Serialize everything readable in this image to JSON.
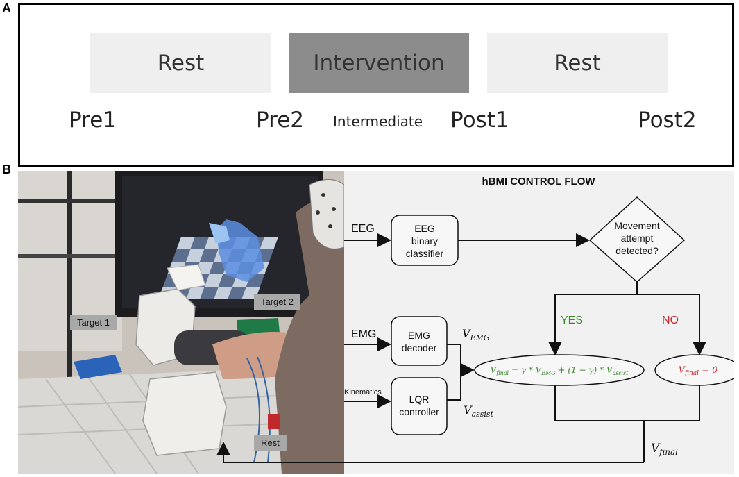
{
  "panel_a": {
    "letter": "A",
    "blocks": [
      {
        "label": "Rest",
        "fill": "#efefef"
      },
      {
        "label": "Intervention",
        "fill": "#8c8c8c"
      },
      {
        "label": "Rest",
        "fill": "#efefef"
      }
    ],
    "timepoints": {
      "pre1": "Pre1",
      "pre2": "Pre2",
      "intermediate": "Intermediate",
      "post1": "Post1",
      "post2": "Post2"
    }
  },
  "panel_b": {
    "letter": "B",
    "photo_labels": {
      "target1": "Target 1",
      "target2": "Target 2",
      "rest": "Rest"
    },
    "flow": {
      "title": "hBMI CONTROL FLOW",
      "inputs": {
        "eeg": "EEG",
        "emg": "EMG",
        "kinematics": "Kinematics"
      },
      "eeg_classifier": [
        "EEG",
        "binary",
        "classifier"
      ],
      "decision": [
        "Movement",
        "attempt",
        "detected?"
      ],
      "yes": "YES",
      "no": "NO",
      "emg_decoder": [
        "EMG",
        "decoder"
      ],
      "lqr_controller": [
        "LQR",
        "controller"
      ],
      "v_emg": {
        "base": "V",
        "sub": "EMG"
      },
      "v_assist": {
        "base": "V",
        "sub": "assist"
      },
      "v_final": {
        "base": "V",
        "sub": "final"
      },
      "eq_yes": {
        "lhs_base": "V",
        "lhs_sub": "final",
        "rhs": " = γ * V",
        "rhs_sub1": "EMG",
        "mid": " + (1 − γ) * V",
        "rhs_sub2": "assist"
      },
      "eq_no": {
        "lhs_base": "V",
        "lhs_sub": "final",
        "rhs": " = 0"
      },
      "colors": {
        "yes": "#3a8a2a",
        "no": "#c0282c",
        "line": "#111111"
      }
    }
  }
}
